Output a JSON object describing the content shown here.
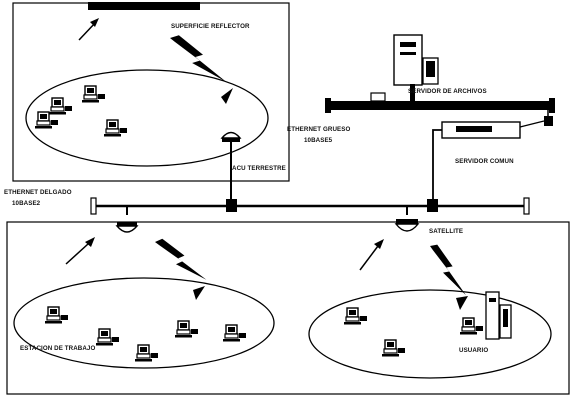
{
  "labels": {
    "reflector": "SUPERFICIE REFLECTOR",
    "file_server": "SERVIDOR DE ARCHIVOS",
    "ethernet_thick_1": "ETHERNET GRUESO",
    "ethernet_thick_2": "10BASE5",
    "comm_server": "SERVIDOR COMUN",
    "terrestrial": "ACU TERRESTRE",
    "ethernet_thin_1": "ETHERNET DELGADO",
    "ethernet_thin_2": "10BASE2",
    "satellite": "SATELLITE",
    "workstations": "ESTACION DE TRABAJO",
    "user": "USUARIO"
  }
}
